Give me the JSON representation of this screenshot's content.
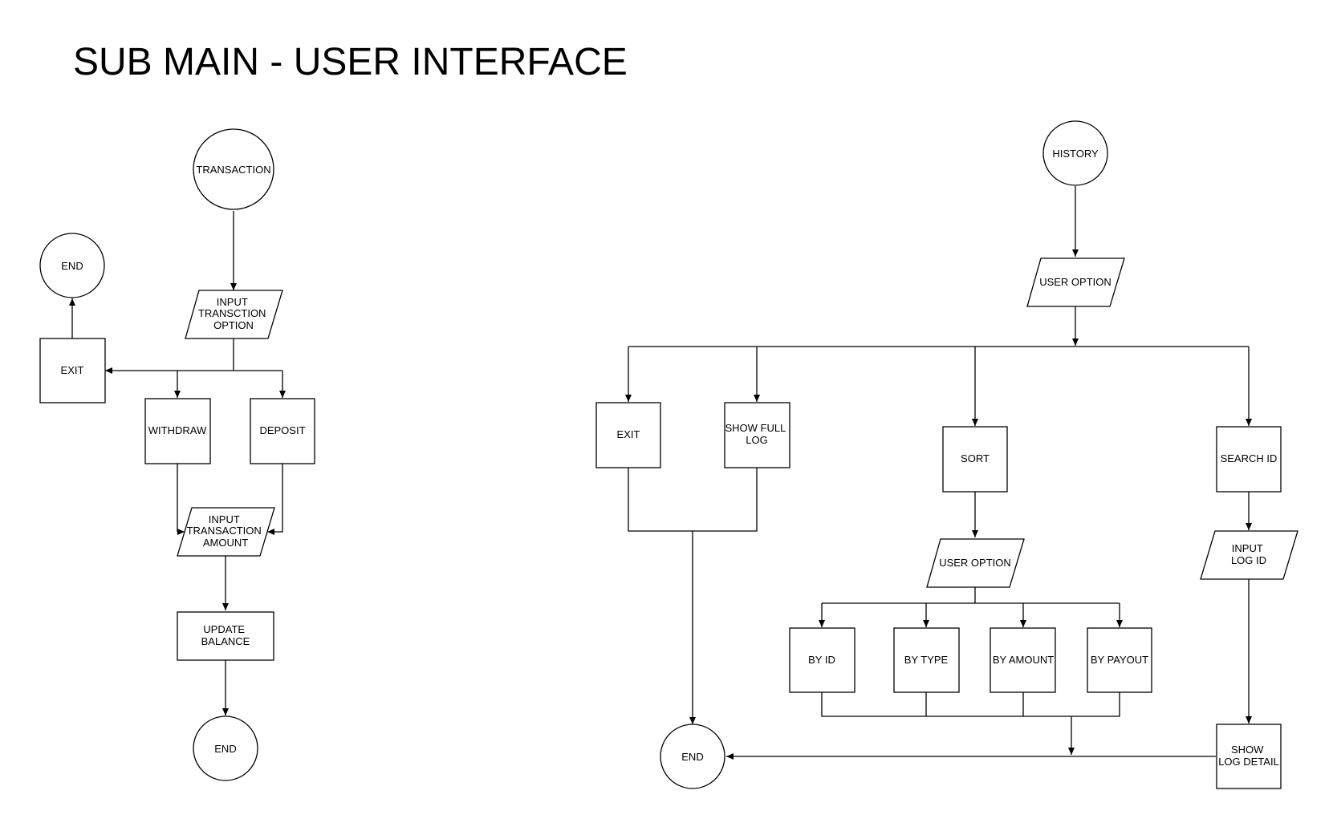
{
  "title": "SUB MAIN - USER INTERFACE",
  "transaction_flow": {
    "start": "TRANSACTION",
    "input_option": [
      "INPUT",
      "TRANSCTION",
      "OPTION"
    ],
    "exit": "EXIT",
    "end_top": "END",
    "withdraw": "WITHDRAW",
    "deposit": "DEPOSIT",
    "input_amount": [
      "INPUT",
      "TRANSACTION",
      "AMOUNT"
    ],
    "update_balance": [
      "UPDATE",
      "BALANCE"
    ],
    "end_bottom": "END"
  },
  "history_flow": {
    "start": "HISTORY",
    "user_option": "USER OPTION",
    "exit": "EXIT",
    "show_full_log": [
      "SHOW FULL",
      "LOG"
    ],
    "sort": "SORT",
    "search_id": "SEARCH ID",
    "sort_user_option": "USER OPTION",
    "by_id": "BY ID",
    "by_type": "BY TYPE",
    "by_amount": "BY AMOUNT",
    "by_payout": "BY PAYOUT",
    "input_log_id": [
      "INPUT",
      "LOG ID"
    ],
    "show_log_detail": [
      "SHOW",
      "LOG DETAIL"
    ],
    "end": "END"
  },
  "colors": {
    "stroke": "#000000",
    "fill": "#ffffff",
    "text": "#000000"
  }
}
